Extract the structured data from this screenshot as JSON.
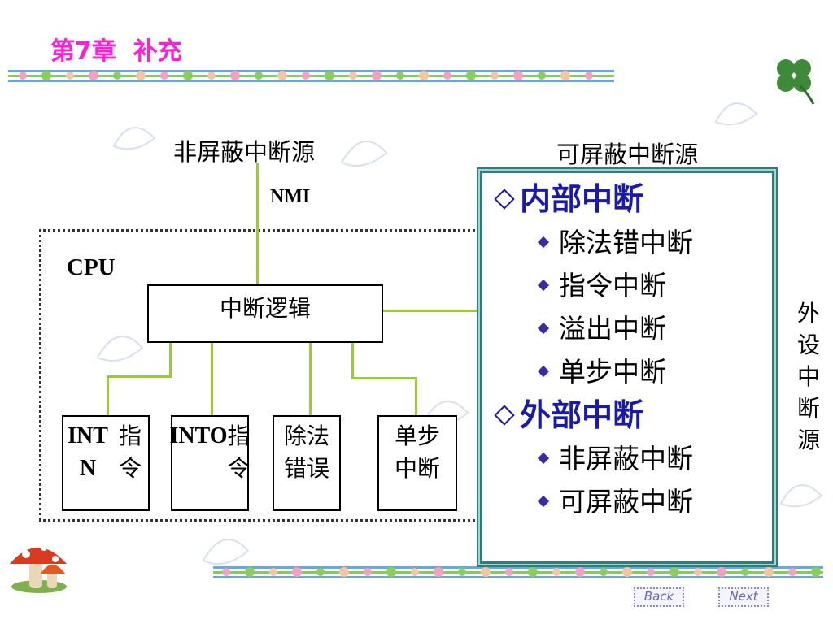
{
  "slide": {
    "chapter_title": "第7章  补充"
  },
  "diagram": {
    "nonmaskable_label": "非屏蔽中断源",
    "maskable_label": "可屏蔽中断源",
    "nmi_label": "NMI",
    "cpu_label": "CPU",
    "logic_box": "中断逻辑",
    "sources": [
      {
        "line1": "INT N",
        "line2": "指令"
      },
      {
        "line1": "INTO",
        "line2": "指令"
      },
      {
        "line1": "除法",
        "line2": "错误"
      },
      {
        "line1": "单步",
        "line2": "中断"
      }
    ],
    "peripheral_label": [
      "外",
      "设",
      "中",
      "断",
      "源"
    ]
  },
  "panel": {
    "internal_heading": "内部中断",
    "internal_items": [
      "除法错中断",
      "指令中断",
      "溢出中断",
      "单步中断"
    ],
    "external_heading": "外部中断",
    "external_items": [
      "非屏蔽中断",
      "可屏蔽中断"
    ]
  },
  "nav": {
    "back_label": "Back",
    "next_label": "Next"
  },
  "colors": {
    "title": "#ff1fd6",
    "connector": "#99cc33",
    "panel_heading": "#1a1aaa",
    "panel_border": "#2f7d7a"
  }
}
